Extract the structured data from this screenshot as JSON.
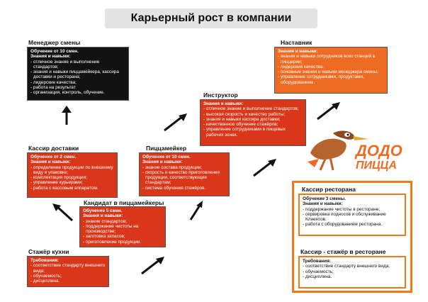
{
  "title": "Карьерный рост в компании",
  "intern": {
    "heading": "Стажёр кухни",
    "label": "Требования:",
    "items": [
      "соответствие стандарту внешнего вида;",
      "обучаемость;",
      "дисциплина."
    ]
  },
  "candidate": {
    "heading": "Кандидат в пиццамейкеры",
    "training": "Обучение 5 смен.",
    "label": "Знания и навыки:",
    "items": [
      "знание стандартов;",
      "поддержание чистоты на производстве;",
      "заготовка запасов;",
      "приготовление продукции."
    ]
  },
  "cashier_delivery": {
    "heading": "Кассир доставки",
    "training": "Обучение от 2 смен.",
    "label": "Знания и навыки:",
    "items": [
      "определение продукции по внешнему виду и упаковке;",
      "комплектация продукции;",
      "управление курьерами;",
      "работа с кассовым аппаратом."
    ]
  },
  "pizzamaker": {
    "heading": "Пиццамейкер",
    "training": "Обучение от 10 смен.",
    "label": "Знания и навыки:",
    "items": [
      "знание состава продукции;",
      "скорость и качество приготовления продукции, соответствующие стандартам;",
      "система обучения стажёров."
    ]
  },
  "shift_manager": {
    "heading": "Менеджер смены",
    "training": "Обучение от 10 смен.",
    "label": "Знания и навыки:",
    "items": [
      "отличное знание и выполнение стандартов;",
      "знания и навыки пиццамейкера, кассира доставки и ресторана;",
      "лидерские качества;",
      "работа на результат",
      "организация, контроль, обучение."
    ]
  },
  "instructor": {
    "heading": "Инструктор",
    "label": "Знания и навыки:",
    "items": [
      "отличное знание и выполнение стандартов;",
      "высокая скорость и качество работы;",
      "знания и навыки кассира доставки;",
      "качественное обучение стажёров;",
      "управление сотрудниками в пищевых рабочих зонах."
    ]
  },
  "mentor": {
    "heading": "Наставник",
    "label": "Знания и навыки:",
    "items": [
      "знания и навыки сотрудников всех станций в пиццерии;",
      "лидерские качества.",
      "основные знания и навыки менеджера смены;",
      "управление сотрудниками, продуктами, оборудованием."
    ]
  },
  "cashier_restaurant": {
    "heading": "Кассир ресторана",
    "training": "Обучение 3 смены.",
    "label": "Знания и навыки:",
    "items": [
      "поддержание чистоты в ресторане;",
      "сервировка подносов и обслуживание Клиентов.",
      "работа с оборудованием ресторана."
    ]
  },
  "cashier_intern": {
    "heading": "Кассир - стажёр в ресторане",
    "label": "Требования:",
    "items": [
      "соответствие стандарту внешнего вида;",
      "обучаемость;",
      "дисциплина."
    ]
  },
  "logo": {
    "line1": "ДОДО",
    "line2": "ПИЦЦА"
  },
  "colors": {
    "red": "#d9361a",
    "orange": "#ef6b24",
    "black": "#121212",
    "frame": "#f07a1a"
  }
}
